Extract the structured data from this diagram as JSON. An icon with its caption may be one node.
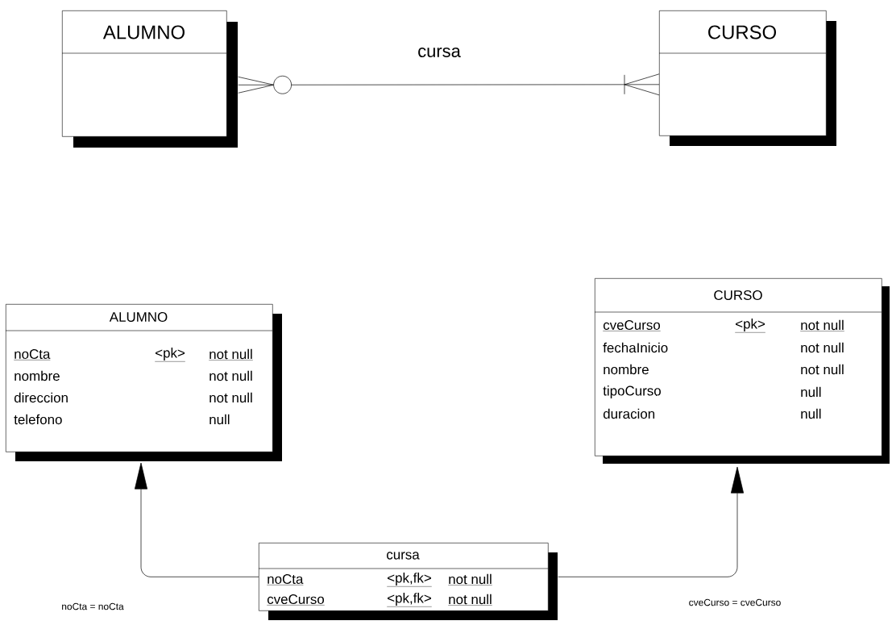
{
  "diagram": {
    "nodes": [
      {
        "text": [
          "ALUMNO"
        ]
      },
      {
        "text": [
          "CURSO"
        ]
      },
      {
        "text": [
          "ALUMNO",
          "noCta",
          "<pk>",
          "not null",
          "nombre",
          "not null",
          "direccion",
          "not null",
          "telefono",
          "null"
        ]
      },
      {
        "text": [
          "CURSO",
          "cveCurso",
          "<pk>",
          "not null",
          "fechaInicio",
          "not null",
          "nombre",
          "not null",
          "tipoCurso",
          "null",
          "duracion",
          "null"
        ]
      },
      {
        "text": [
          "cursa",
          "noCta",
          "<pk,fk>",
          "not null",
          "cveCurso",
          "<pk,fk>",
          "not null"
        ]
      }
    ],
    "edges": [
      {
        "from": 0,
        "to": 1,
        "arrow": "other",
        "label": "cursa"
      },
      {
        "from": 4,
        "to": 2,
        "arrow": "to",
        "label": "noCta = noCta"
      },
      {
        "from": 4,
        "to": 3,
        "arrow": "to",
        "label": "cveCurso = cveCurso"
      }
    ]
  }
}
